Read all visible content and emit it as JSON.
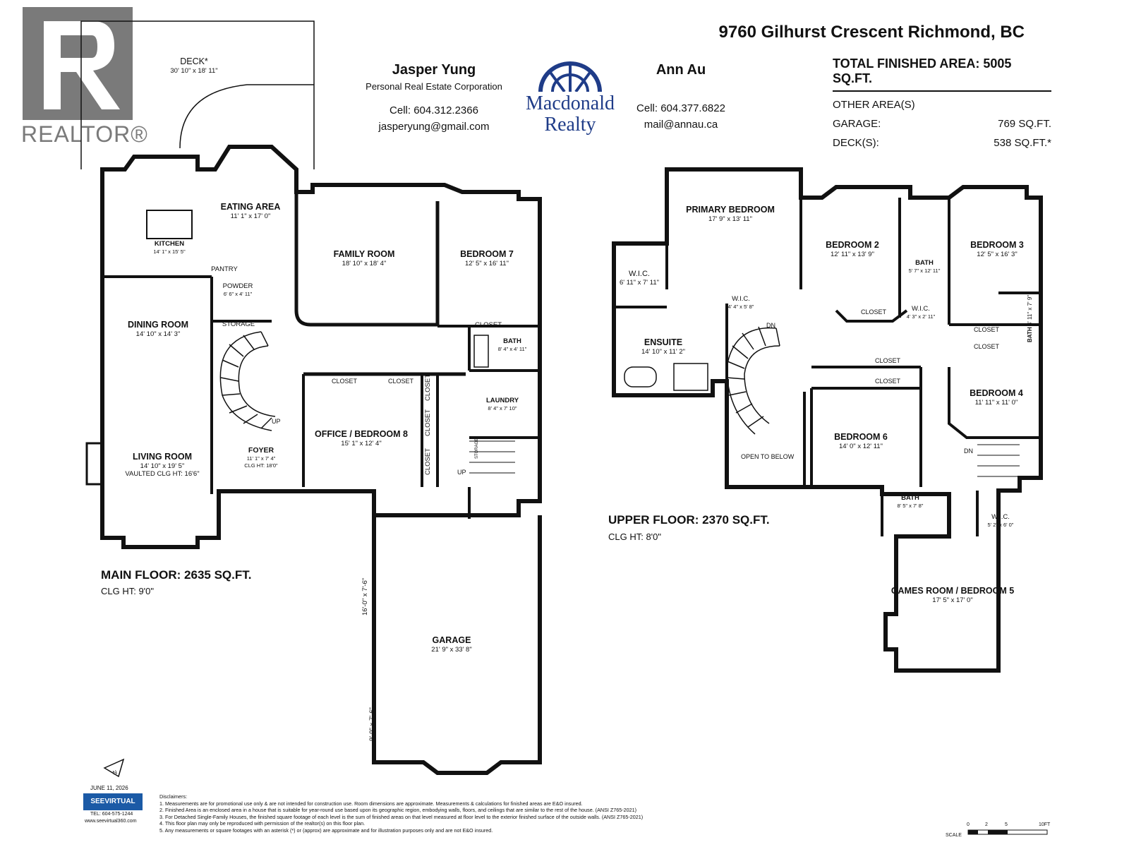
{
  "brand": {
    "realtor_word": "REALTOR®",
    "macdonald_line1": "Macdonald",
    "macdonald_line2": "Realty"
  },
  "address": "9760 Gilhurst Crescent Richmond, BC",
  "agent1": {
    "name": "Jasper Yung",
    "title": "Personal Real Estate Corporation",
    "cell": "Cell: 604.312.2366",
    "email": "jasperyung@gmail.com"
  },
  "agent2": {
    "name": "Ann Au",
    "cell": "Cell: 604.377.6822",
    "email": "mail@annau.ca"
  },
  "summary": {
    "total": "TOTAL FINISHED AREA: 5005 SQ.FT.",
    "other_label": "OTHER AREA(S)",
    "garage_label": "GARAGE:",
    "garage_value": "769 SQ.FT.",
    "deck_label": "DECK(S):",
    "deck_value": "538 SQ.FT.*"
  },
  "main_floor": {
    "title": "MAIN FLOOR: 2635 SQ.FT.",
    "clg": "CLG HT: 9'0\""
  },
  "upper_floor": {
    "title": "UPPER FLOOR: 2370 SQ.FT.",
    "clg": "CLG HT: 8'0\""
  },
  "rooms": {
    "deck": {
      "name": "DECK*",
      "dims": "30' 10\" x 18' 11\""
    },
    "eating": {
      "name": "EATING AREA",
      "dims": "11' 1\" x 17' 0\""
    },
    "kitchen": {
      "name": "KITCHEN",
      "dims": "14' 1\" x 15' 5\""
    },
    "pantry": {
      "name": "PANTRY"
    },
    "powder": {
      "name": "POWDER",
      "dims": "6' 6\" x 4' 11\""
    },
    "storage": {
      "name": "STORAGE"
    },
    "family": {
      "name": "FAMILY ROOM",
      "dims": "18' 10\" x 18' 4\""
    },
    "bedroom7": {
      "name": "BEDROOM 7",
      "dims": "12' 5\" x 16' 11\""
    },
    "closet_b7": {
      "name": "CLOSET"
    },
    "bath_main": {
      "name": "BATH",
      "dims": "8' 4\" x 4' 11\""
    },
    "dining": {
      "name": "DINING ROOM",
      "dims": "14' 10\" x 14' 3\""
    },
    "living": {
      "name": "LIVING ROOM",
      "dims": "14' 10\" x 19' 5\"",
      "extra": "VAULTED CLG HT: 16'6\""
    },
    "foyer": {
      "name": "FOYER",
      "dims": "11' 1\" x 7' 4\"",
      "extra": "CLG HT: 18'0\""
    },
    "office": {
      "name": "OFFICE / BEDROOM 8",
      "dims": "15' 1\" x 12' 4\""
    },
    "closet_o1": {
      "name": "CLOSET"
    },
    "closet_o2": {
      "name": "CLOSET"
    },
    "closet_v1": {
      "name": "CLOSET"
    },
    "closet_v2": {
      "name": "CLOSET"
    },
    "closet_v3": {
      "name": "CLOSET"
    },
    "laundry": {
      "name": "LAUNDRY",
      "dims": "8' 4\" x 7' 10\""
    },
    "storage_small": {
      "name": "STORAGE"
    },
    "up_main": {
      "name": "UP"
    },
    "up_stair": {
      "name": "UP"
    },
    "garage": {
      "name": "GARAGE",
      "dims": "21' 9\" x 33' 8\""
    },
    "garage_door1": {
      "name": "16'-0\" x 7'-6\""
    },
    "garage_door2": {
      "name": "9'-0\" x 7'-6\""
    },
    "primary": {
      "name": "PRIMARY BEDROOM",
      "dims": "17' 9\" x 13' 11\""
    },
    "wic_primary": {
      "name": "W.I.C.",
      "dims": "6' 11\" x 7' 11\""
    },
    "wic_small": {
      "name": "W.I.C.",
      "dims": "4' 4\" x 5' 8\""
    },
    "ensuite": {
      "name": "ENSUITE",
      "dims": "14' 10\" x 11' 2\""
    },
    "dn_upper": {
      "name": "DN"
    },
    "open_below": {
      "name": "OPEN TO BELOW"
    },
    "bedroom2": {
      "name": "BEDROOM 2",
      "dims": "12' 11\" x 13' 9\""
    },
    "closet_b2": {
      "name": "CLOSET"
    },
    "bath_up": {
      "name": "BATH",
      "dims": "5' 7\" x 12' 11\""
    },
    "wic_b3": {
      "name": "W.I.C.",
      "dims": "4' 3\" x 2' 11\""
    },
    "bedroom3": {
      "name": "BEDROOM 3",
      "dims": "12' 5\" x 16' 3\""
    },
    "closet_b3a": {
      "name": "CLOSET"
    },
    "closet_b3b": {
      "name": "CLOSET"
    },
    "bath_b3": {
      "name": "BATH",
      "dims": "4' 11\" x 7' 9\""
    },
    "closet_b6a": {
      "name": "CLOSET"
    },
    "closet_b6b": {
      "name": "CLOSET"
    },
    "bedroom4": {
      "name": "BEDROOM 4",
      "dims": "11' 11\" x 11' 0\""
    },
    "bedroom6": {
      "name": "BEDROOM 6",
      "dims": "14' 0\" x 12' 11\""
    },
    "dn_stair": {
      "name": "DN"
    },
    "bath_b5": {
      "name": "BATH",
      "dims": "8' 5\" x 7' 8\""
    },
    "wic_b5": {
      "name": "W.I.C.",
      "dims": "5' 2\" x 6' 0\""
    },
    "games": {
      "name": "GAMES ROOM / BEDROOM 5",
      "dims": "17' 5\" x 17' 0\""
    }
  },
  "footer": {
    "date": "JUNE 11, 2026",
    "seevirtual": "SEEVIRTUAL",
    "tel": "TEL: 604-575-1244",
    "web": "www.seevirtual360.com",
    "disclaimers_title": "Disclaimers:",
    "disclaimers": [
      "1. Measurements are for promotional use only & are not intended for construction use. Room dimensions are approximate. Measurements & calculations for finished areas are E&O insured.",
      "2. Finished Area is an enclosed area in a house that is suitable for year-round use based upon its geographic region, embodying walls, floors, and ceilings that are similar to the rest of the house. (ANSI Z765-2021)",
      "3. For Detached Single-Family Houses, the finished square footage of each level is the sum of finished areas on that level measured at floor level to the exterior finished surface of the outside walls. (ANSI Z765-2021)",
      "4. This floor plan may only be reproduced with permission of the realtor(s) on this floor plan.",
      "5. Any measurements or square footages with an asterisk (*) or (approx) are approximate and for illustration purposes only and are not E&O insured."
    ],
    "scale_label": "SCALE",
    "scale_ticks": [
      "0",
      "2",
      "5",
      "10FT"
    ],
    "north": "N"
  },
  "colors": {
    "wall": "#111111",
    "realtor_gray": "#7a7a7a",
    "macdonald_blue": "#1f3c88",
    "seevirtual_blue": "#1b5aa6"
  }
}
